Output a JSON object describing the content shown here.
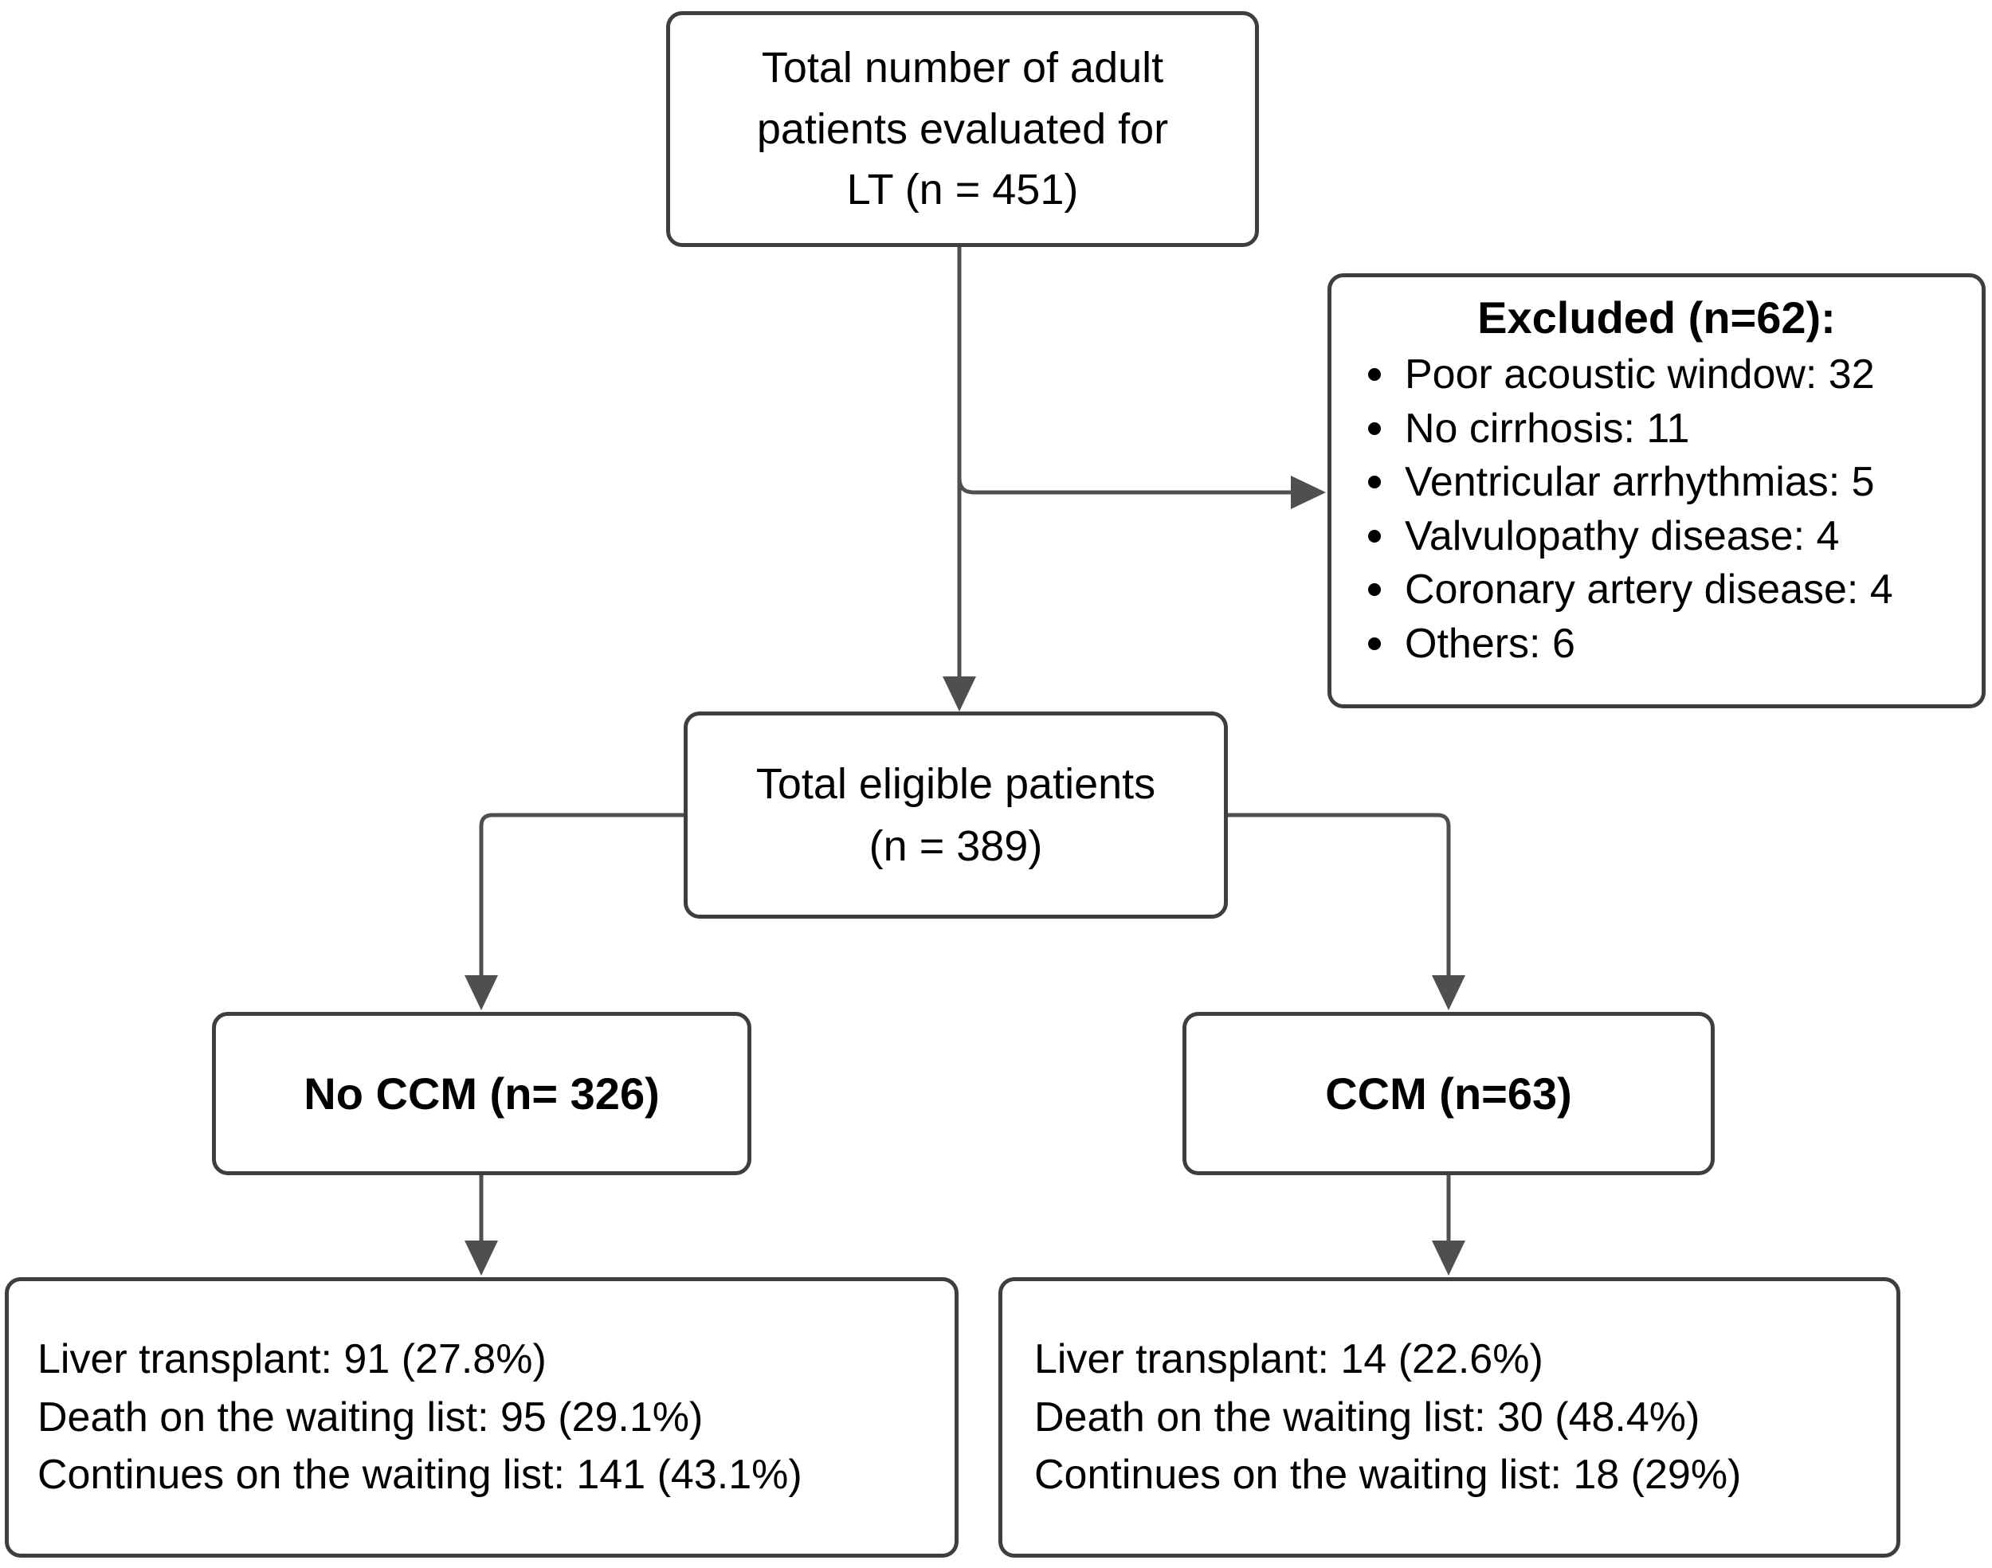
{
  "colors": {
    "bg": "#ffffff",
    "box-border": "#3e3e3e",
    "arrow": "#4f4f4f",
    "text": "#000000"
  },
  "flowchart": {
    "total_evaluated": {
      "lines": [
        "Total number of adult",
        "patients evaluated for",
        "LT (n = 451)"
      ]
    },
    "excluded": {
      "title": "Excluded (n=62):",
      "items": [
        "Poor acoustic window: 32",
        "No cirrhosis: 11",
        "Ventricular arrhythmias: 5",
        "Valvulopathy disease: 4",
        "Coronary artery disease: 4",
        "Others: 6"
      ]
    },
    "eligible": {
      "lines": [
        "Total eligible patients",
        "(n = 389)"
      ]
    },
    "no_ccm": {
      "label": "No CCM (n= 326)"
    },
    "ccm": {
      "label": "CCM (n=63)"
    },
    "no_ccm_outcomes": {
      "lines": [
        "Liver transplant: 91 (27.8%)",
        "Death on the waiting list: 95 (29.1%)",
        "Continues on the waiting list: 141 (43.1%)"
      ]
    },
    "ccm_outcomes": {
      "lines": [
        "Liver transplant: 14 (22.6%)",
        "Death on the waiting list: 30 (48.4%)",
        "Continues on the waiting list: 18 (29%)"
      ]
    }
  }
}
